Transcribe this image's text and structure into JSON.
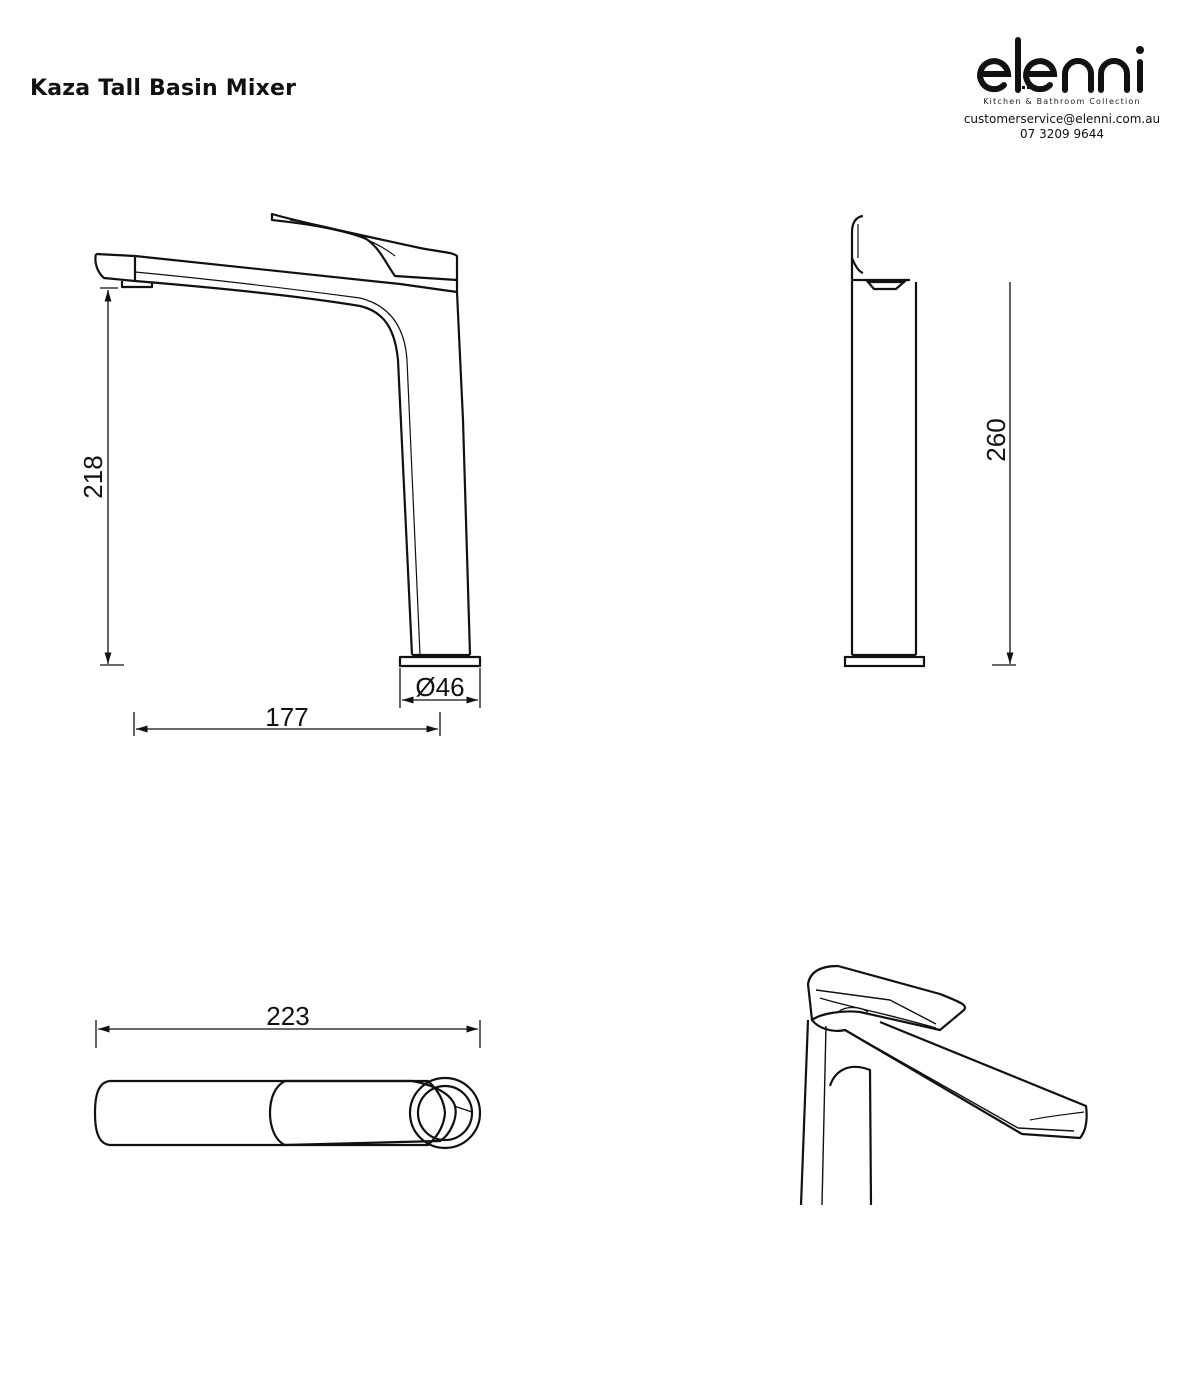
{
  "product": {
    "title": "Kaza Tall Basin Mixer"
  },
  "brand": {
    "name": "elenni",
    "tagline": "Kitchen &  Bathroom Collection",
    "email": "customerservice@elenni.com.au",
    "phone": "07 3209 9644"
  },
  "dimensions": {
    "spout_height": "218",
    "overall_height": "260",
    "reach": "177",
    "base_diameter": "Ø46",
    "overall_length": "223"
  }
}
